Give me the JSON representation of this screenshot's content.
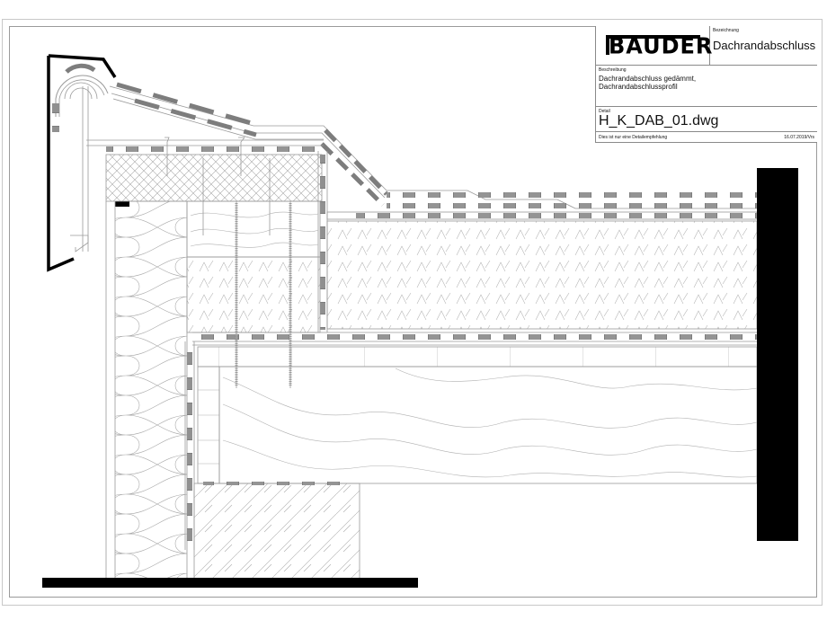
{
  "title_block": {
    "logo": "BAUDER",
    "designation_label": "Bezeichnung",
    "designation_value": "Dachrandabschluss",
    "description_label": "Beschreibung",
    "description_line1": "Dachrandabschluss gedämmt,",
    "description_line2": "Dachrandabschlussprofil",
    "detail_label": "Detail",
    "detail_value": "H_K_DAB_01.dwg",
    "disclaimer": "Dies ist nur eine Detailempfehlung",
    "date_author": "16.07.2019/Vrs"
  },
  "drawing": {
    "subject": "roof-edge-section",
    "colors": {
      "line": "#9a9a9a",
      "membrane": "#7a7a7a",
      "solid": "#000000"
    }
  }
}
